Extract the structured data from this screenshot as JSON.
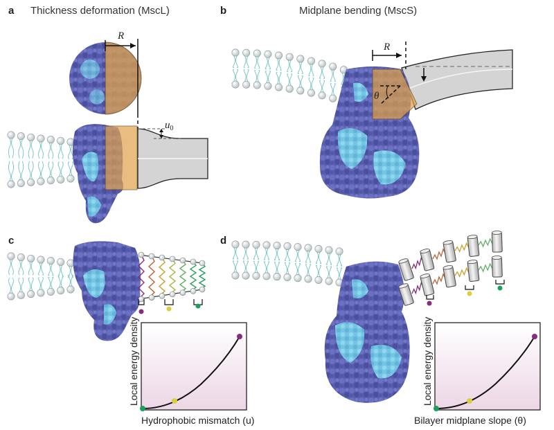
{
  "panels": {
    "a": {
      "letter": "a",
      "title": "Thickness deformation (MscL)",
      "symbol_R": "R",
      "symbol_u": "u",
      "symbol_u_sub": "0"
    },
    "b": {
      "letter": "b",
      "title": "Midplane bending (MscS)",
      "symbol_R": "R",
      "symbol_theta": "θ"
    },
    "c": {
      "letter": "c",
      "plot_xlabel": "Hydrophobic mismatch (u)",
      "plot_ylabel": "Local energy density"
    },
    "d": {
      "letter": "d",
      "plot_xlabel": "Bilayer midplane slope (θ)",
      "plot_ylabel": "Local energy density"
    }
  },
  "colors": {
    "protein_dark": "#5a5fb0",
    "protein_light": "#7fcde8",
    "lipid_head": "#d8dfe0",
    "lipid_tail": "#7fc9c6",
    "shade_orange": "#e0a24a",
    "gray_bilayer": "#d4d4d4",
    "plot_bg_bottom": "#ecd6e6",
    "dot_green": "#1aa05a",
    "dot_yellow": "#d9d03a",
    "dot_purple": "#8a2a7a"
  },
  "icons": [
    "lipid-bilayer",
    "protein-surface",
    "spring",
    "cylinder"
  ]
}
